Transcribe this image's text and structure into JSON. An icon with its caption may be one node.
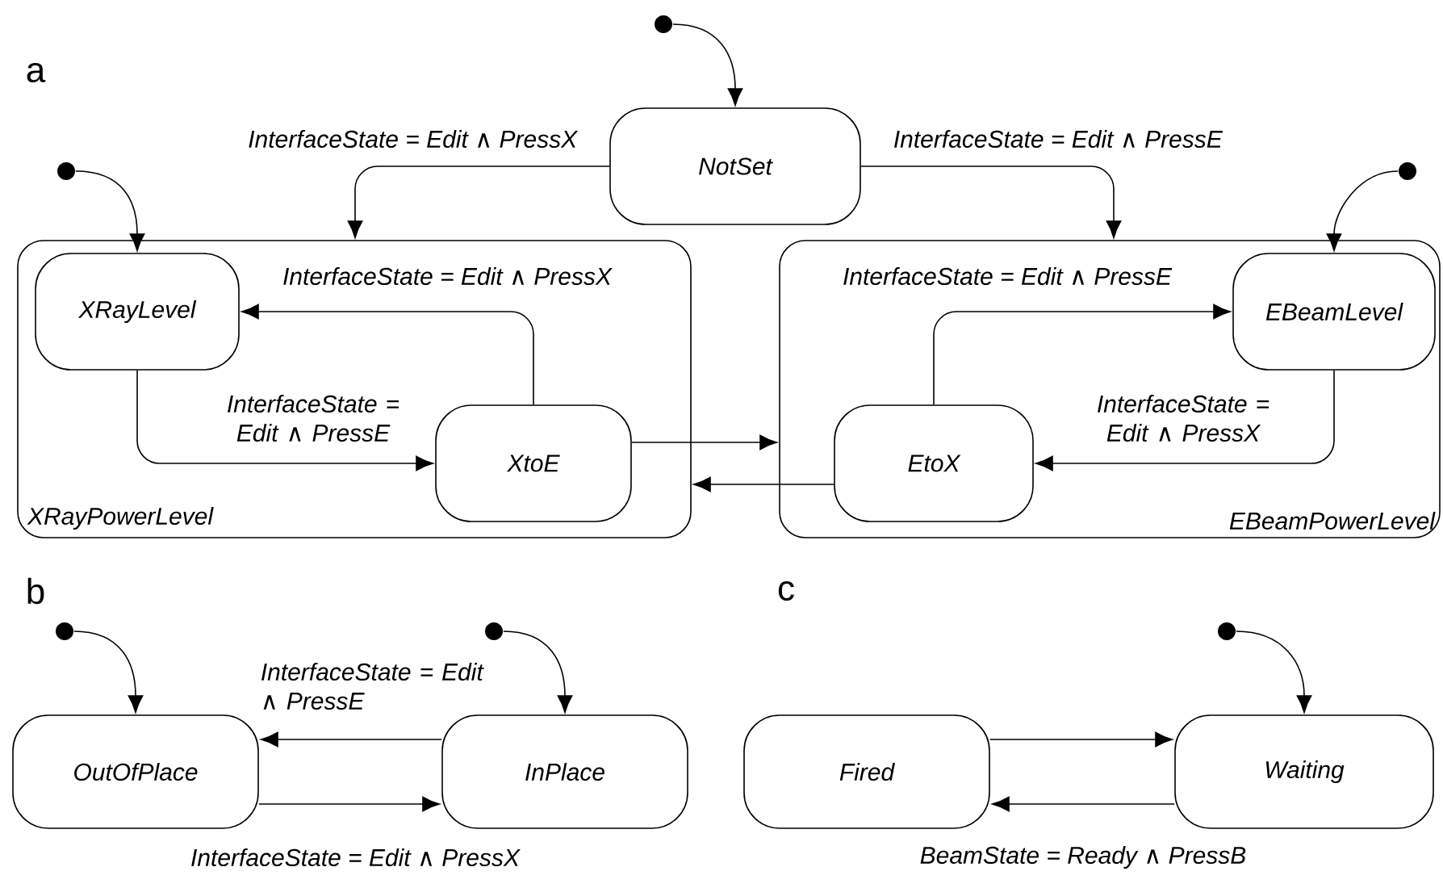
{
  "diagram": {
    "nodes": [
      {
        "text": [
          "NotSet"
        ]
      },
      {
        "text": [
          "XRayPowerLevel"
        ]
      },
      {
        "text": [
          "XRayLevel"
        ],
        "in": 1
      },
      {
        "text": [
          "XtoE"
        ],
        "in": 1
      },
      {
        "text": [
          "EBeamPowerLevel"
        ]
      },
      {
        "text": [
          "EBeamLevel"
        ],
        "in": 4
      },
      {
        "text": [
          "EtoX"
        ],
        "in": 4
      },
      {
        "text": [
          "OutOfPlace"
        ]
      },
      {
        "text": [
          "InPlace"
        ]
      },
      {
        "text": [
          "Fired"
        ]
      },
      {
        "text": [
          "Waiting"
        ]
      },
      {
        "text": [],
        "shape": "circle"
      },
      {
        "text": [],
        "shape": "circle"
      },
      {
        "text": [],
        "shape": "circle"
      },
      {
        "text": [],
        "shape": "circle"
      },
      {
        "text": [],
        "shape": "circle"
      },
      {
        "text": [],
        "shape": "circle"
      }
    ],
    "edges": [
      {
        "from": 11,
        "to": 0,
        "arrow": "to"
      },
      {
        "from": 0,
        "to": 1,
        "arrow": "to",
        "label": "InterfaceState = Edit ∧ PressX"
      },
      {
        "from": 0,
        "to": 4,
        "arrow": "to",
        "label": "InterfaceState = Edit ∧ PressE"
      },
      {
        "from": 12,
        "to": 2,
        "arrow": "to"
      },
      {
        "from": 3,
        "to": 2,
        "arrow": "to",
        "label": "InterfaceState = Edit ∧ PressX"
      },
      {
        "from": 2,
        "to": 3,
        "arrow": "to",
        "label": "InterfaceState = Edit ∧ PressE"
      },
      {
        "from": 3,
        "to": 4,
        "arrow": "to"
      },
      {
        "from": 6,
        "to": 1,
        "arrow": "to"
      },
      {
        "from": 13,
        "to": 5,
        "arrow": "to"
      },
      {
        "from": 6,
        "to": 5,
        "arrow": "to",
        "label": "InterfaceState = Edit ∧ PressE"
      },
      {
        "from": 5,
        "to": 6,
        "arrow": "to",
        "label": "InterfaceState = Edit ∧ PressX"
      },
      {
        "from": 14,
        "to": 7,
        "arrow": "to"
      },
      {
        "from": 15,
        "to": 8,
        "arrow": "to"
      },
      {
        "from": 8,
        "to": 7,
        "arrow": "to",
        "label": "InterfaceState = Edit ∧ PressE"
      },
      {
        "from": 7,
        "to": 8,
        "arrow": "to",
        "label": "InterfaceState = Edit ∧ PressX"
      },
      {
        "from": 16,
        "to": 10,
        "arrow": "to"
      },
      {
        "from": 9,
        "to": 10,
        "arrow": "to"
      },
      {
        "from": 10,
        "to": 9,
        "arrow": "to",
        "label": "BeamState = Ready ∧ PressB"
      }
    ],
    "labels": [
      "a",
      "b",
      "c"
    ]
  }
}
